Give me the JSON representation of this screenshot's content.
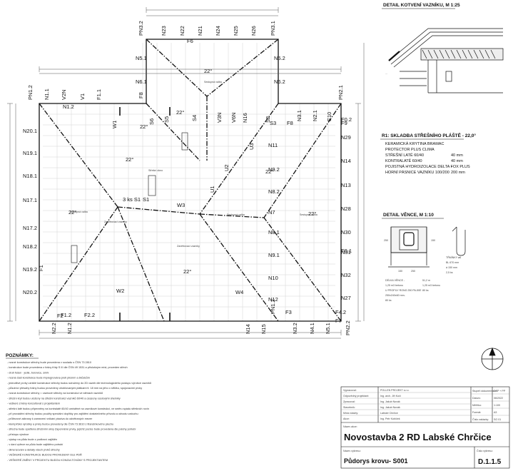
{
  "plan": {
    "ridge_labels": [
      "PN3.2",
      "N23",
      "N22",
      "N21",
      "N24",
      "N25",
      "N26",
      "PN3.1",
      "F6",
      "N5.1",
      "N5.2",
      "N6.1",
      "N6.2",
      "F8",
      "PN1.2",
      "N1.1",
      "V2N",
      "V1",
      "F1.1",
      "N1.2",
      "S5",
      "V3N",
      "V6N",
      "N16",
      "S2",
      "PN2.1",
      "S3",
      "F8",
      "N3.1",
      "N2.1",
      "E10",
      "F9",
      "N29",
      "N20.1",
      "N19.1",
      "N18.1",
      "N17.1",
      "N17.2",
      "N18.2",
      "N19.2",
      "N20.2",
      "F1",
      "F2",
      "W1",
      "S6",
      "S1",
      "S4",
      "U1",
      "U2",
      "U3",
      "N11",
      "N9.2",
      "N8.2",
      "N7",
      "N8.1",
      "N9.1",
      "N10",
      "N12",
      "N14",
      "N13",
      "N28",
      "N30",
      "N31",
      "N32",
      "N27",
      "W2",
      "W3",
      "W4",
      "F4.2",
      "F7",
      "PN1.2",
      "N2.2",
      "N1.2",
      "N14",
      "N15",
      "N3.2",
      "N4.1",
      "N5.1",
      "PN2.2",
      "F2.2",
      "F1.2",
      "F3",
      "F0.1",
      "F0.2"
    ],
    "slope_labels": [
      "22°",
      "22°",
      "22°",
      "22°",
      "22°",
      "22°",
      "22°",
      "22°"
    ],
    "region_labels": [
      "Sestupná valba",
      "Sestupná valba",
      "Sestupná valba",
      "Sestupná valba",
      "Zavětrovací vazníky",
      "Zavětrovací vazníky",
      "Střešní okno"
    ],
    "roof_window_label": "3 ks S1"
  },
  "detail_eaves": {
    "title": "DETAIL KOTVENÍ VAZNÍKU, M 1:25"
  },
  "composition": {
    "title": "R1: SKLADBA STŘEŠNÍHO PLÁŠTĚ - 22,0°",
    "layers": [
      {
        "name": "KERAMICKÁ KRYTINA BRAMAC",
        "value": ""
      },
      {
        "name": "PROTECTOR PLUS CLIMA",
        "value": ""
      },
      {
        "name": "STŘEŠNÍ LATĚ 60/40",
        "value": "40 mm"
      },
      {
        "name": "KONTRALATĚ 60/40",
        "value": "40 mm"
      },
      {
        "name": "POJISTNÁ HYDROIZOLACE DELTA FOX PLUS",
        "value": "-"
      },
      {
        "name": "HORNÍ PÁSNICE VAZNÍKU 100/200",
        "value": "200 mm"
      }
    ]
  },
  "detail_ring": {
    "title": "DETAIL VĚNCE, M 1:10",
    "dims": [
      "150",
      "250",
      "150",
      "250"
    ],
    "stirrups": [
      "TŘMÍNKY ø6",
      "BL 670 mm",
      "á 150 mm",
      "2,5 ks"
    ],
    "note_lines": [
      "DÉLKA VĚNCE -",
      "1,25 m3 betonu",
      "U PROFILY RONG 250 PA-50E",
      "250x240x60 mm-",
      "80 ks"
    ],
    "note_values": [
      "51,2 m",
      "1,25 m3 betonu",
      "80 ks"
    ]
  },
  "notes": {
    "title": "POZNÁMKY:",
    "lines": [
      "- nosné konstrukce střechy bude provedena v souladu s ČSN 73 2810",
      "- konstrukce bude provedena z fošny třídy S III dle ČSN 49 1531 a příslušným míst, proveden střech",
      "- druh fošen - jedle, borovice, smrk",
      "- nosná část konstrukce bude impregnována proti plísním a škůdcům",
      "- jednotlivé prvky vzniklé konstrukce střechy budou sdruženy do 2D vazeb dle technologického postupu výrobce vazníků",
      "- působící přesahy fošny budou provedeny ohoblovanými plátkami tl. 18 mm na jeho o střižku, spojovacími prvky",
      "- nosná konstrukce střechy = vazbové střechy na konstrukci ve stěnách vazníků",
      "- střešní kryt budou uloženy na střešní konstrukci vazníků 60/40 a osazeny ocelovými úhelníky",
      "- veškeré změny konzultovat s projektantem",
      "- střešní latě budou připevněny na kontralatě 60/40 umístěné na vazníkové konstrukci, ve směru spádu střešních rovin",
      "- při provádění střechy budou použity speciální doplňky pro zajištění dostatečného přívodu a odvodu vzduchu",
      "- průřezové zábrany k zamezení vnikání ptactva do odvětraných mezer",
      "- klempířské výrobky a prvky budou provedeny dle ČSN 73 3610 z titanzinkového plechu",
      "- střecha bude opatřena střešními okny Zaponněné prvky, jejichž pozice bude provedena dle polohy potrubí",
      "- přístupu výrobce",
      "- výstup na půdu bude z podkroví zajištěn",
      "- v daní vpřece na půdu bude zajištěno potrubí",
      "- dimenzování a detaily všech prvků střechy",
      "- VEŠKERÉ KONSTRUKCE BUDOU PROVEDENY DLE PDŘ",
      "- VEŠKERÉ ZMĚNY V PROJEKTU BUDOU KONZULTOVÁNY S PROJEKTANTEM"
    ]
  },
  "titleblock": {
    "project_title": "Novostavba 2 RD Labské Chrčice",
    "drawing_title": "Půdorys krovu- S001",
    "drawing_number": "D.1.1.5",
    "rows": [
      {
        "label": "Vypracoval:",
        "value": "POLLEN PROJEKT s.r.o."
      },
      {
        "label": "Odpovědný projektant:",
        "value": "Ing. arch. Jiří Kočí"
      },
      {
        "label": "Zpracoval:",
        "value": "Ing. Jakub Novák"
      },
      {
        "label": "Stavebník:",
        "value": "Ing. Jakub Novák"
      },
      {
        "label": "Místo stavby:",
        "value": "Labské Chrčice"
      },
      {
        "label": "Akce:",
        "value": "Ing. Petr Kubíček"
      }
    ],
    "side": [
      {
        "label": "Stupeň dokumentace:",
        "value": "DSP + PP"
      },
      {
        "label": "Datum:",
        "value": "06/2022"
      },
      {
        "label": "Měřítko:",
        "value": "1:100"
      },
      {
        "label": "Formát:",
        "value": "A3"
      },
      {
        "label": "Číslo zakázky:",
        "value": "SO 01"
      }
    ],
    "labels": {
      "akce": "Název akce:",
      "vykres": "Název výkresu:",
      "cislo": "Číslo výkresu:"
    }
  }
}
